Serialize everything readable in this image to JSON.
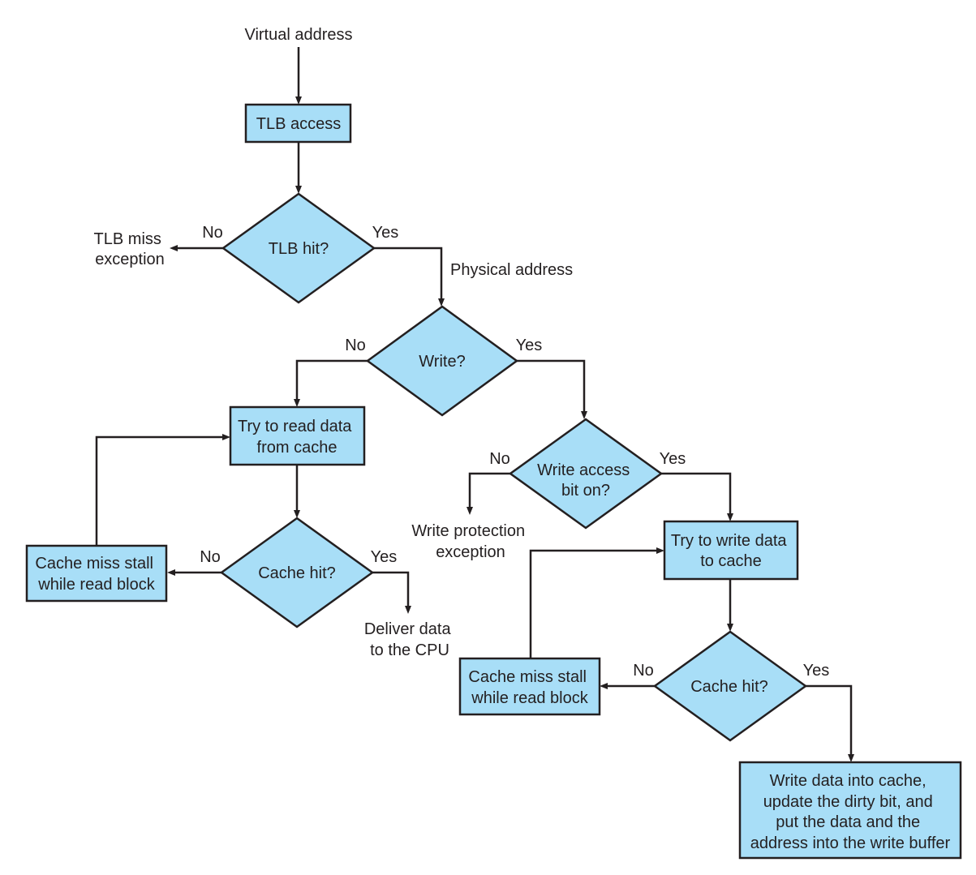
{
  "nodes": {
    "tlb_access": [
      "TLB access"
    ],
    "tlb_hit": [
      "TLB hit?"
    ],
    "write_decision": [
      "Write?"
    ],
    "read_cache": [
      "Try to read data",
      "from cache"
    ],
    "write_access_bit": [
      "Write access",
      "bit on?"
    ],
    "read_cache_hit": [
      "Cache hit?"
    ],
    "read_miss_stall": [
      "Cache miss stall",
      "while read block"
    ],
    "write_cache": [
      "Try to write data",
      "to cache"
    ],
    "write_cache_hit": [
      "Cache hit?"
    ],
    "write_miss_stall": [
      "Cache miss stall",
      "while read block"
    ],
    "write_buffer": [
      "Write data into cache,",
      "update the dirty bit, and",
      "put the data and the",
      "address into the write buffer"
    ]
  },
  "terminals": {
    "virtual_address": [
      "Virtual address"
    ],
    "physical_address": [
      "Physical address"
    ],
    "tlb_miss": [
      "TLB miss",
      "exception"
    ],
    "write_protection": [
      "Write protection",
      "exception"
    ],
    "deliver_data": [
      "Deliver data",
      "to the CPU"
    ]
  },
  "branch_labels": {
    "tlb_no": "No",
    "tlb_yes": "Yes",
    "write_no": "No",
    "write_yes": "Yes",
    "access_no": "No",
    "access_yes": "Yes",
    "read_hit_no": "No",
    "read_hit_yes": "Yes",
    "write_hit_no": "No",
    "write_hit_yes": "Yes"
  }
}
